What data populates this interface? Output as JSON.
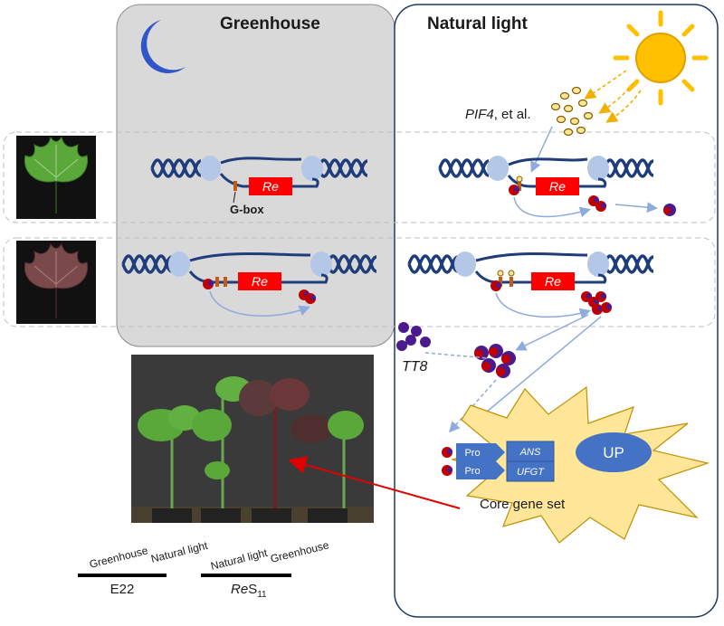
{
  "panels": {
    "greenhouse_title": "Greenhouse",
    "natural_title": "Natural light"
  },
  "labels": {
    "gene_top_left": "Re",
    "gene_top_right": "Re",
    "gene_bottom_left": "Re",
    "gene_bottom_right": "Re",
    "gbox": "G-box",
    "pif4_italic": "PIF4",
    "pif4_rest": ", et al.",
    "tt8": "TT8",
    "up": "UP",
    "core_gene_set": "Core gene set",
    "pro_1": "Pro",
    "pro_2": "Pro",
    "gene_ans": "ANS",
    "gene_ufgt": "UFGT"
  },
  "plants": {
    "label_1": "Greenhouse",
    "label_2": "Natural light",
    "label_3": "Natural light",
    "label_4": "Greenhouse",
    "group_1": "E22",
    "group_2_italic": "Re",
    "group_2_main": "S",
    "group_2_sub": "11"
  },
  "colors": {
    "panel_gray": "#d9d9d9",
    "panel_border": "#8c8c8c",
    "natural_border": "#1f3864",
    "dna": "#1f3d7a",
    "gene_red": "#ff0000",
    "burst_fill": "#ffe699",
    "sun": "#ffc000",
    "moon": "#2f55c8",
    "up_blue": "#4472c4",
    "arrow_blue": "#8faadc",
    "complex_red": "#c00000",
    "complex_purple": "#4b1a8c"
  },
  "icons": [
    "moon-icon",
    "sun-icon",
    "leaf-green-icon",
    "leaf-red-icon"
  ]
}
